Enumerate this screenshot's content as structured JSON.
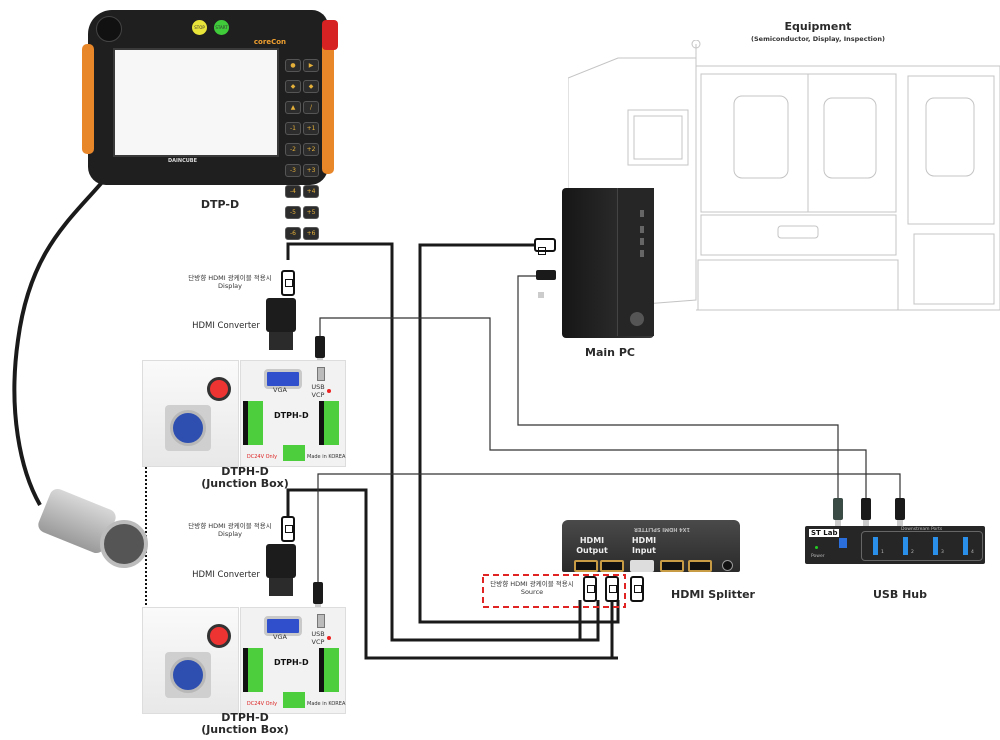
{
  "equipment": {
    "title": "Equipment",
    "subtitle": "(Semiconductor, Display, Inspection)"
  },
  "pendant": {
    "label": "DTP-D",
    "brand": "coreCon",
    "maker": "DAINCUBE",
    "stop_label": "STOP",
    "start_label": "START",
    "keys": [
      "●",
      "▶",
      "◆",
      "◆",
      "▲",
      "/",
      "-1",
      "+1",
      "-2",
      "+2",
      "-3",
      "+3",
      "-4",
      "+4",
      "-5",
      "+5",
      "-6",
      "+6"
    ]
  },
  "main_pc": {
    "label": "Main PC"
  },
  "junction_boxes": [
    {
      "label_line1": "DTPH-D",
      "label_line2": "(Junction Box)",
      "panel_title": "DTPH-D",
      "vga_label": "VGA",
      "usb_label": "USB VCP",
      "warning": "DC24V Only",
      "made_in": "Made in KOREA",
      "cable_note_line1": "단방향 HDMI 광케이블 적용시",
      "cable_note_line2": "Display",
      "converter_label": "HDMI Converter"
    },
    {
      "label_line1": "DTPH-D",
      "label_line2": "(Junction Box)",
      "panel_title": "DTPH-D",
      "vga_label": "VGA",
      "usb_label": "USB VCP",
      "warning": "DC24V Only",
      "made_in": "Made in KOREA",
      "cable_note_line1": "단방향 HDMI 광케이블 적용시",
      "cable_note_line2": "Display",
      "converter_label": "HDMI Converter"
    }
  ],
  "hdmi_splitter": {
    "label": "HDMI Splitter",
    "output_label_line1": "HDMI",
    "output_label_line2": "Output",
    "input_label_line1": "HDMI",
    "input_label_line2": "Input",
    "model_text": "1X4 HDMI SPLITTER",
    "source_note_line1": "단방향 HDMI 광케이블 적용시",
    "source_note_line2": "Source"
  },
  "usb_hub": {
    "label": "USB Hub",
    "brand": "ST Lab",
    "downstream_label": "Downstream Ports",
    "power_label": "Power",
    "port_numbers": [
      "1",
      "2",
      "3",
      "4"
    ]
  },
  "colors": {
    "cable": "#1a1a1a",
    "thin_cable": "#333333",
    "source_box": "#e02424",
    "pendant_orange": "#e8862a",
    "terminal_green": "#4dce3d",
    "vga_blue": "#2f4fcc"
  }
}
